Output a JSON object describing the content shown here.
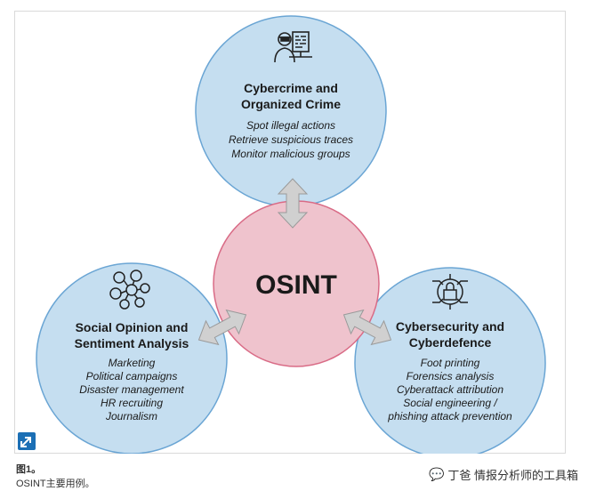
{
  "center": {
    "label": "OSINT"
  },
  "top": {
    "title_line1": "Cybercrime and",
    "title_line2": "Organized Crime",
    "items": [
      "Spot illegal actions",
      "Retrieve suspicious traces",
      "Monitor malicious groups"
    ],
    "icon": "hacker-at-computer-icon"
  },
  "left": {
    "title_line1": "Social Opinion and",
    "title_line2": "Sentiment Analysis",
    "items": [
      "Marketing",
      "Political campaigns",
      "Disaster management",
      "HR recruiting",
      "Journalism"
    ],
    "icon": "social-network-icon"
  },
  "right": {
    "title_line1": "Cybersecurity and",
    "title_line2": "Cyberdefence",
    "items": [
      "Foot printing",
      "Forensics analysis",
      "Cyberattack attribution",
      "Social engineering /",
      "phishing attack prevention"
    ],
    "icon": "security-lock-circuit-icon"
  },
  "caption": {
    "number": "图1。",
    "text": "OSINT主要用例。"
  },
  "watermark": {
    "text": "丁爸 情报分析师的工具箱",
    "icon": "wechat-icon"
  },
  "expand_button": {
    "icon": "expand-arrow-icon"
  },
  "colors": {
    "blue_fill": "#c5def0",
    "blue_stroke": "#6aa5d4",
    "pink_fill": "#efc3cd",
    "pink_stroke": "#d96b86",
    "arrow": "#d0d0d0"
  }
}
